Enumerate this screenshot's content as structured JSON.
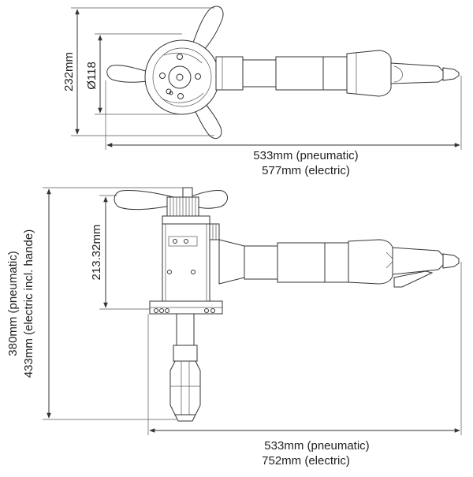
{
  "top_view": {
    "height_label": "232mm",
    "diameter_label": "Ø118",
    "length_line1": "533mm (pneumatic)",
    "length_line2": "577mm (electric)"
  },
  "side_view": {
    "height_label": "213.32mm",
    "overall_height_line1": "380mm (pneumatic)",
    "overall_height_line2": "433mm (electric incl. hande)",
    "length_line1": "533mm (pneumatic)",
    "length_line2": "752mm (electric)"
  },
  "colors": {
    "line": "#333333",
    "fill": "#ffffff",
    "shade": "#eeeeee"
  }
}
